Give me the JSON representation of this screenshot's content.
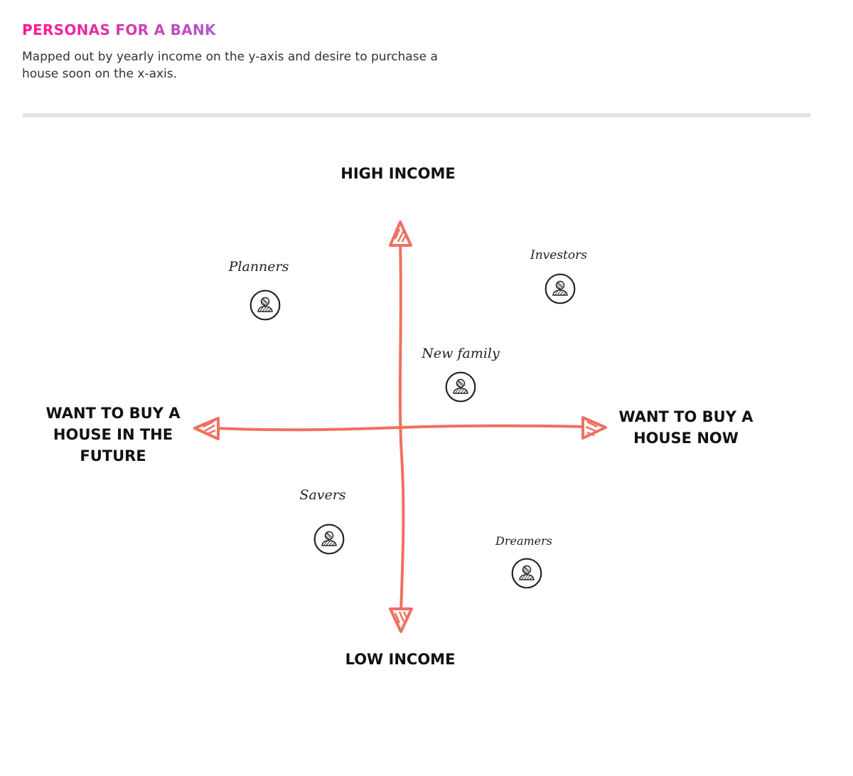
{
  "header": {
    "title": "PERSONAS FOR A BANK",
    "subtitle": "Mapped out by yearly income on the y-axis and desire to purchase a house soon on the x-axis."
  },
  "axes": {
    "top": "HIGH INCOME",
    "bottom": "LOW INCOME",
    "left": "WANT TO BUY A HOUSE IN THE FUTURE",
    "right": "WANT TO BUY A HOUSE NOW",
    "color": "#f07060"
  },
  "personas": {
    "planners": "Planners",
    "investors": "Investors",
    "new_family": "New family",
    "savers": "Savers",
    "dreamers": "Dreamers"
  },
  "colors": {
    "title_gradient_start": "#ff1493",
    "title_gradient_end": "#b05cc8",
    "arrow": "#f07060",
    "divider": "#e3e3e3"
  }
}
